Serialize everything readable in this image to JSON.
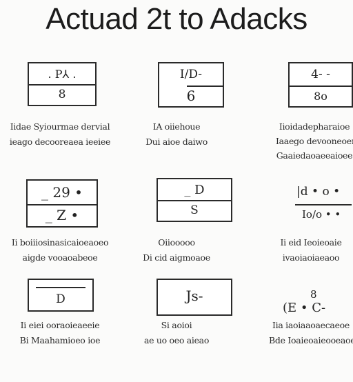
{
  "title": "Actuad 2t to Adacks",
  "cards": [
    {
      "top": ". P⅄ .",
      "bottom": "8",
      "caption_1": "Iidae Syiourmae dervial",
      "caption_2": "ieago decooreaea ieeiee"
    },
    {
      "top": "I/D-",
      "bottom": "6",
      "caption_1": "IA oiiehoue",
      "caption_2": "Dui aioe daiwo"
    },
    {
      "top": "4- -",
      "bottom": "8o",
      "caption_1": "Iioidadepharaioe",
      "caption_2": "Iaaego devooneoer",
      "caption_3": "Gaaiedaoaeeaioee"
    },
    {
      "top": "_ 29 •",
      "bottom": "_ Z •",
      "caption_1": "Ii boiiiosinasicaioeaoeo",
      "caption_2": "aigde vooaoabeoe"
    },
    {
      "top": "_ D",
      "bottom": "S",
      "caption_1": "Oiiooooo",
      "caption_2": "Di cid aigmoaoe"
    },
    {
      "top": "|d • o •",
      "bottom": "Io/o • •",
      "caption_1": "Ii eid Ieoieoaie",
      "caption_2": "ivaoiaoiaeaoo"
    },
    {
      "top": "D",
      "bottom": "",
      "caption_1": "Ii eiei ooraoieaeeie",
      "caption_2": "Bi Maahamioeo ioe"
    },
    {
      "top": "Js-",
      "bottom": "",
      "caption_1": "Si aoioi",
      "caption_2": "ae uo oeo aieao"
    },
    {
      "top": "8",
      "bottom": "(E • C-",
      "caption_1": "Iia iaoiaaoaecaeoe",
      "caption_2": "Bde Ioaieoaieooeaoe"
    }
  ]
}
